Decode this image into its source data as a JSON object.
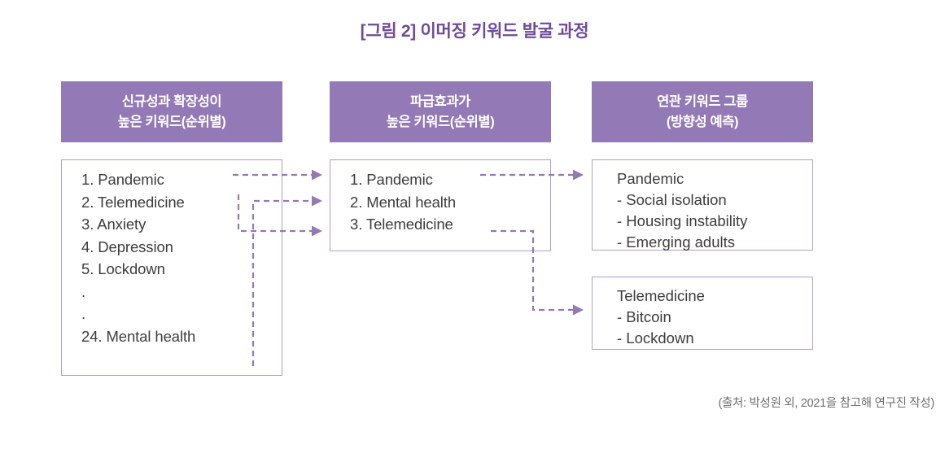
{
  "figure": {
    "title": "[그림 2] 이머징 키워드 발굴 과정",
    "source": "(출처: 박성원 외, 2021을 참고해 연구진 작성)",
    "accent_color": "#9379b5",
    "title_color": "#6f4a9b",
    "border_color": "#b49ccc",
    "text_color": "#3d3d3d",
    "source_color": "#6f6f6f"
  },
  "columns": [
    {
      "header_line1": "신규성과 확장성이",
      "header_line2": "높은 키워드(순위별)"
    },
    {
      "header_line1": "파급효과가",
      "header_line2": "높은 키워드(순위별)"
    },
    {
      "header_line1": "연관 키워드 그룹",
      "header_line2": "(방향성 예측)"
    }
  ],
  "stage1": {
    "items": [
      "1. Pandemic",
      "2. Telemedicine",
      "3. Anxiety",
      "4. Depression",
      "5. Lockdown",
      ".",
      ".",
      "24. Mental health"
    ]
  },
  "stage2": {
    "items": [
      "1. Pandemic",
      "2. Mental health",
      "3. Telemedicine"
    ]
  },
  "stage3": {
    "groups": [
      {
        "title": "Pandemic",
        "items": [
          "- Social isolation",
          "- Housing instability",
          "- Emerging adults"
        ]
      },
      {
        "title": "Telemedicine",
        "items": [
          "- Bitcoin",
          "- Lockdown"
        ]
      }
    ]
  }
}
